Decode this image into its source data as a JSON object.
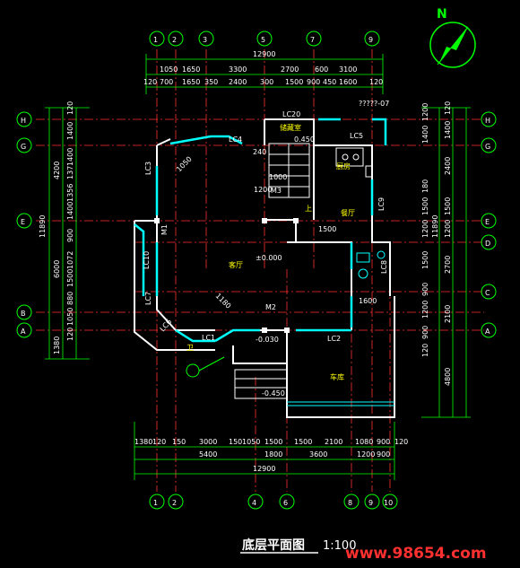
{
  "north": {
    "label": "N"
  },
  "grid_top": [
    "1",
    "2",
    "3",
    "5",
    "7",
    "9"
  ],
  "grid_bottom": [
    "1",
    "2",
    "4",
    "6",
    "8",
    "9",
    "10"
  ],
  "grid_left": [
    "H",
    "G",
    "E",
    "B",
    "A"
  ],
  "grid_right": [
    "H",
    "G",
    "E",
    "D",
    "C",
    "A"
  ],
  "dims_top_total": "12900",
  "dims_top_row1": [
    "1050",
    "1650",
    "3300",
    "2700",
    "600",
    "3100"
  ],
  "dims_top_row2": [
    "120",
    "700",
    "1650",
    "350",
    "2400",
    "300",
    "1500",
    "900",
    "450",
    "1600",
    "120"
  ],
  "dims_bottom_row1": [
    "1380",
    "120",
    "150",
    "3000",
    "150",
    "1050",
    "1500",
    "1500",
    "2100",
    "1080",
    "900",
    "120"
  ],
  "dims_bottom_row2": [
    "5400",
    "1800",
    "3600",
    "1200",
    "900"
  ],
  "dims_bottom_total": "12900",
  "dims_left_total": "11890",
  "dims_left_col1": [
    "4200",
    "6000",
    "1380"
  ],
  "dims_left_col2": [
    "120",
    "1400",
    "1400",
    "137",
    "1356",
    "1400",
    "900",
    "1072",
    "1500",
    "880",
    "1050",
    "120"
  ],
  "dims_right_total": "11890",
  "dims_right_col1": [
    "120",
    "1400",
    "2400",
    "1500",
    "1200",
    "2700",
    "2100",
    "4800"
  ],
  "dims_right_col2": [
    "1200",
    "1400",
    "180",
    "1500",
    "1200",
    "1500",
    "900",
    "1200",
    "900",
    "120"
  ],
  "windows": [
    "LC20",
    "LC4",
    "LC3",
    "LC5",
    "LC10",
    "LC7",
    "LC1",
    "LC2",
    "LC6",
    "LC8",
    "LC9",
    "M1",
    "M2",
    "M3"
  ],
  "elevations": [
    "±0.000",
    "-0.030",
    "-0.450",
    "0.450"
  ],
  "rooms": [
    "客厅",
    "厨房",
    "餐厅",
    "车库",
    "储藏室",
    "卫",
    "上"
  ],
  "room_note": "?????-07",
  "misc_dims": [
    "240",
    "1050",
    "1180",
    "1500",
    "1000",
    "1200",
    "1600"
  ],
  "title": "底层平面图",
  "scale": "1:100",
  "watermark": "www.98654.com"
}
